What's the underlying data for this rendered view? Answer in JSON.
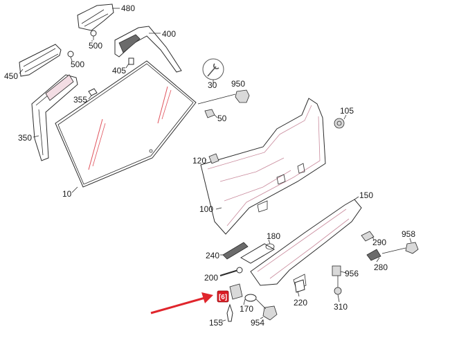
{
  "diagram": {
    "labels": {
      "p480": "480",
      "p400": "400",
      "p500a": "500",
      "p500b": "500",
      "p450": "450",
      "p405": "405",
      "p355": "355",
      "p350": "350",
      "p30": "30",
      "p950": "950",
      "p50": "50",
      "p10": "10",
      "p105": "105",
      "p120": "120",
      "p100": "100",
      "p150": "150",
      "p180": "180",
      "p240": "240",
      "p200": "200",
      "p958": "958",
      "p290": "290",
      "p280": "280",
      "p956": "956",
      "p220": "220",
      "p310": "310",
      "p170": "170",
      "p954": "954",
      "p155": "155",
      "highlight": "[6]"
    },
    "colors": {
      "highlight": "#d91c24",
      "arrow": "#e0252c",
      "glass_streak": "#e0505a",
      "wrench": "#555555"
    }
  }
}
